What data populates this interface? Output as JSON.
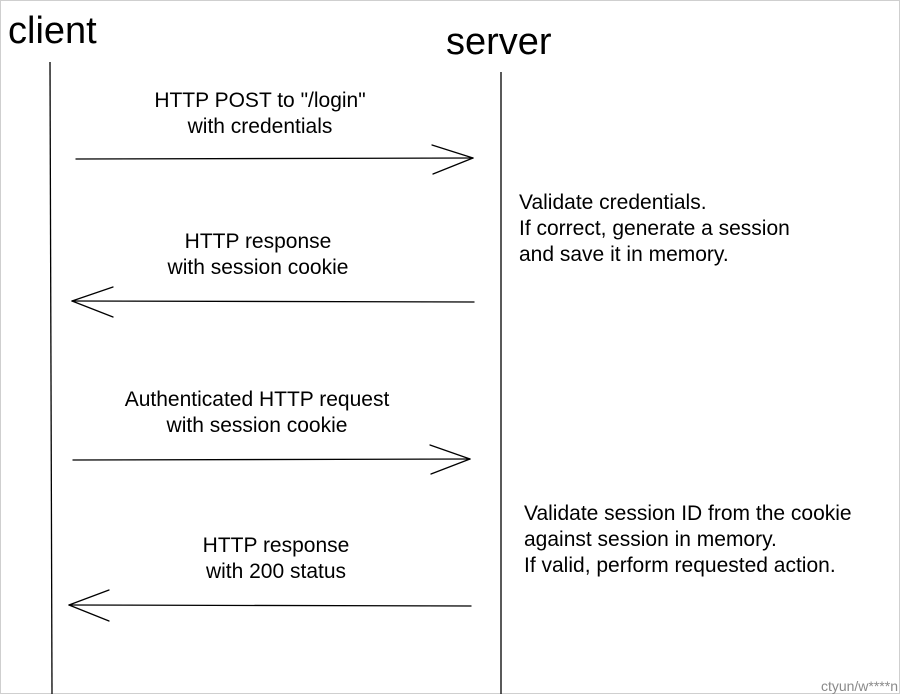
{
  "actors": {
    "client": "client",
    "server": "server"
  },
  "messages": [
    {
      "line1": "HTTP POST to \"/login\"",
      "line2": "with credentials",
      "direction": "client-to-server"
    },
    {
      "line1": "HTTP response",
      "line2": "with session cookie",
      "direction": "server-to-client"
    },
    {
      "line1": "Authenticated HTTP request",
      "line2": "with session cookie",
      "direction": "client-to-server"
    },
    {
      "line1": "HTTP response",
      "line2": "with 200 status",
      "direction": "server-to-client"
    }
  ],
  "notes": [
    {
      "lines": [
        "Validate credentials.",
        "If correct, generate a session",
        "and save it in memory."
      ]
    },
    {
      "lines": [
        "Validate session ID from the cookie",
        "against session in memory.",
        "If valid, perform requested action."
      ]
    }
  ],
  "watermark": "ctyun/w****n"
}
